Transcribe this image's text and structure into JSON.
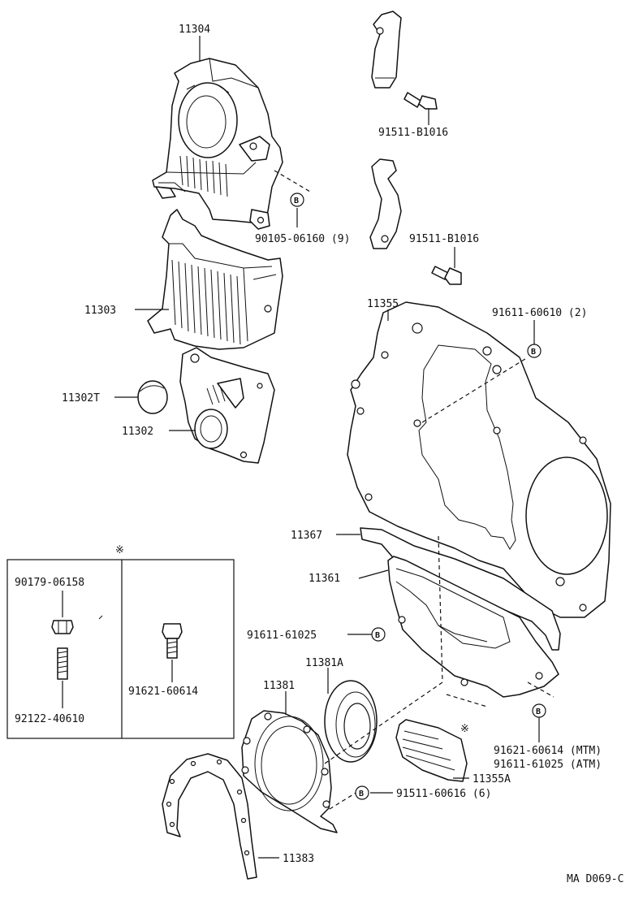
{
  "parts": {
    "p11304": "11304",
    "p11303": "11303",
    "p11302T": "11302T",
    "p11302": "11302",
    "bolt_b1016_a": "91511-B1016",
    "bolt_b1016_b": "91511-B1016",
    "bolt_06160": "90105-06160 (9)",
    "p11355": "11355",
    "bolt_60610": "91611-60610 (2)",
    "p11367": "11367",
    "p11361": "11361",
    "bolt_61025": "91611-61025",
    "p11381A": "11381A",
    "p11381": "11381",
    "p11355A": "11355A",
    "bolt_60616": "91511-60616 (6)",
    "p11383": "11383",
    "bolt_mtm": "91621-60614 (MTM)",
    "bolt_atm": "91611-61025 (ATM)"
  },
  "inset": {
    "note_mark": "※",
    "nut": "90179-06158",
    "stud": "92122-40610",
    "bolt": "91621-60614"
  },
  "markers": {
    "b": "B",
    "note_mark": "※"
  },
  "footer": {
    "code": "MA D069-C"
  }
}
